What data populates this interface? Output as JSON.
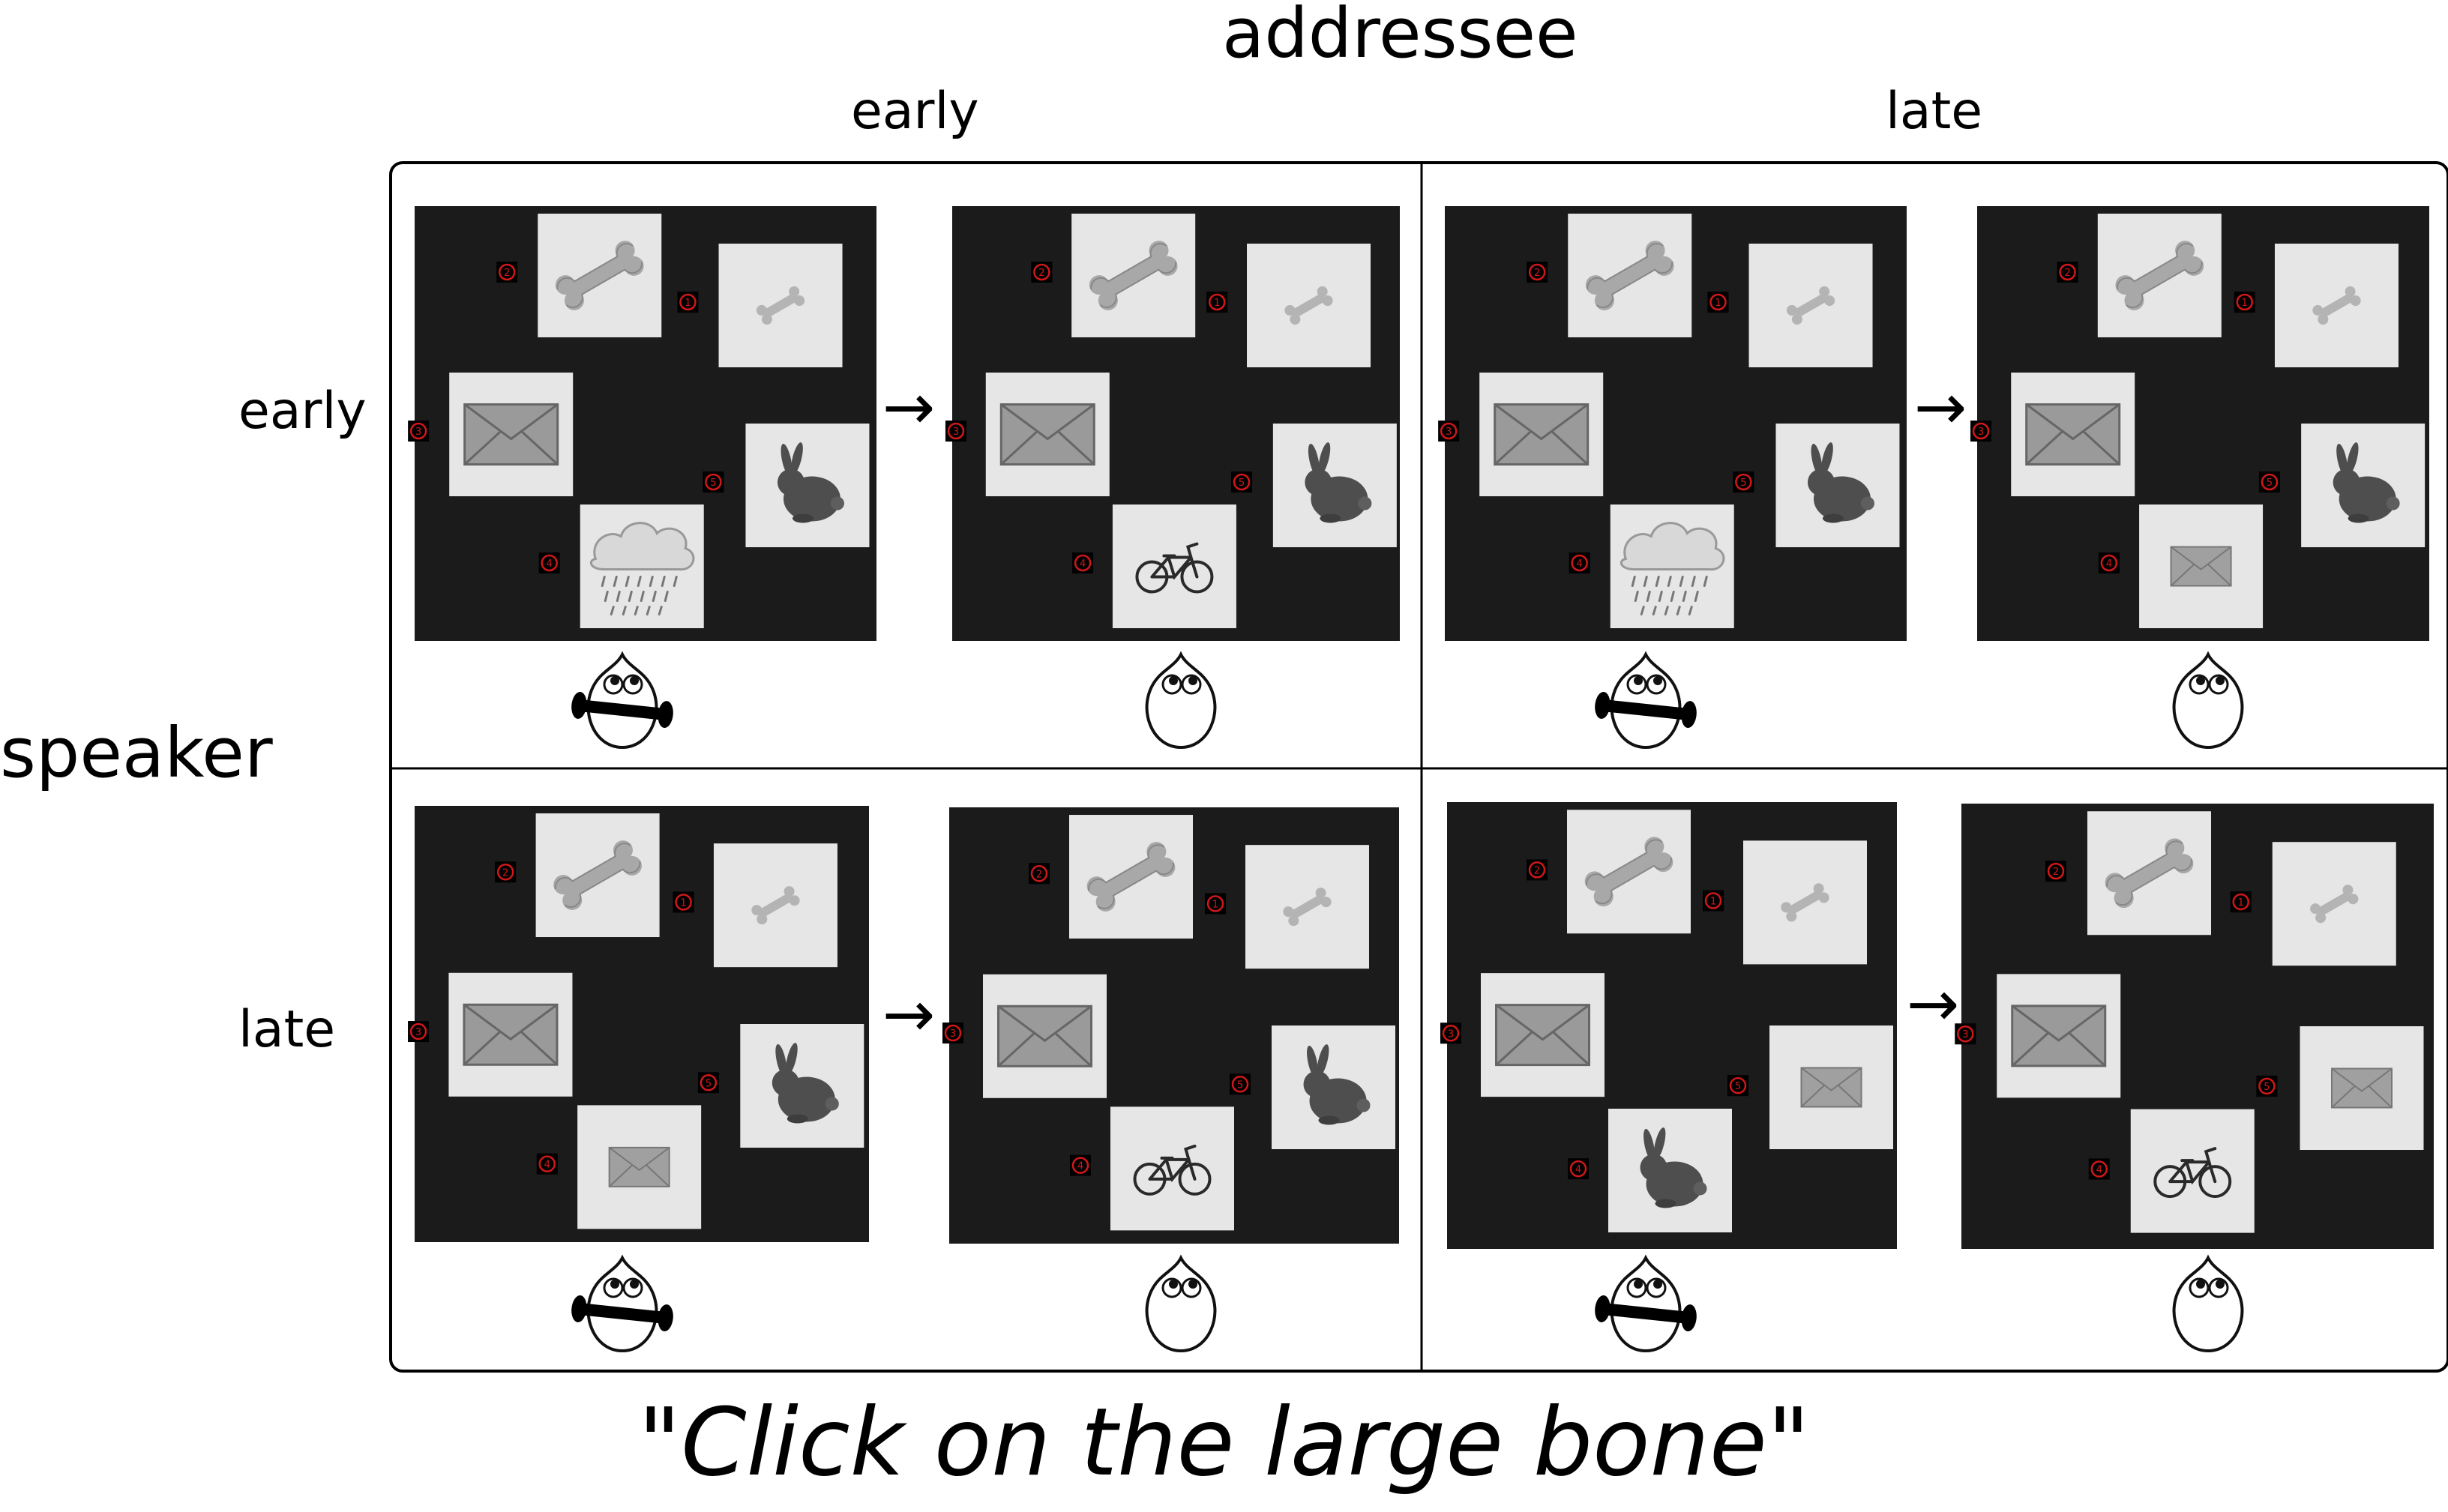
{
  "title": "addressee",
  "col_headers": [
    "early",
    "late"
  ],
  "row_axis_label": "speaker",
  "row_headers": [
    "early",
    "late"
  ],
  "instruction": {
    "open_quote": "\"",
    "text": "Click on the large bone",
    "close_quote": "\""
  },
  "arrow_glyph": "→",
  "position_markers": [
    "1",
    "2",
    "3",
    "4",
    "5"
  ],
  "colors": {
    "display_bg": "#1b1b1b",
    "card_bg": "#e6e6e6",
    "marker": "#d01818",
    "frame": "#000000"
  },
  "panels": [
    {
      "speaker": "early",
      "addressee": "early",
      "before": {
        "items": [
          "large-bone",
          "small-bone",
          "envelope-large",
          "rabbit",
          "rain-cloud"
        ]
      },
      "after": {
        "items": [
          "large-bone",
          "small-bone",
          "envelope-large",
          "rabbit",
          "bicycle"
        ]
      },
      "speaker_gagged": true
    },
    {
      "speaker": "early",
      "addressee": "late",
      "before": {
        "items": [
          "large-bone",
          "small-bone",
          "envelope-large",
          "rabbit",
          "rain-cloud"
        ]
      },
      "after": {
        "items": [
          "large-bone",
          "small-bone",
          "envelope-large",
          "rabbit",
          "envelope-small"
        ]
      },
      "speaker_gagged": true
    },
    {
      "speaker": "late",
      "addressee": "early",
      "before": {
        "items": [
          "large-bone",
          "small-bone",
          "envelope-large",
          "rabbit",
          "envelope-small"
        ]
      },
      "after": {
        "items": [
          "large-bone",
          "small-bone",
          "envelope-large",
          "rabbit",
          "bicycle"
        ]
      },
      "speaker_gagged": true
    },
    {
      "speaker": "late",
      "addressee": "late",
      "before": {
        "items": [
          "large-bone",
          "small-bone",
          "envelope-large",
          "envelope-small",
          "rabbit"
        ]
      },
      "after": {
        "items": [
          "large-bone",
          "small-bone",
          "envelope-large",
          "envelope-small",
          "bicycle"
        ]
      },
      "speaker_gagged": true
    }
  ]
}
